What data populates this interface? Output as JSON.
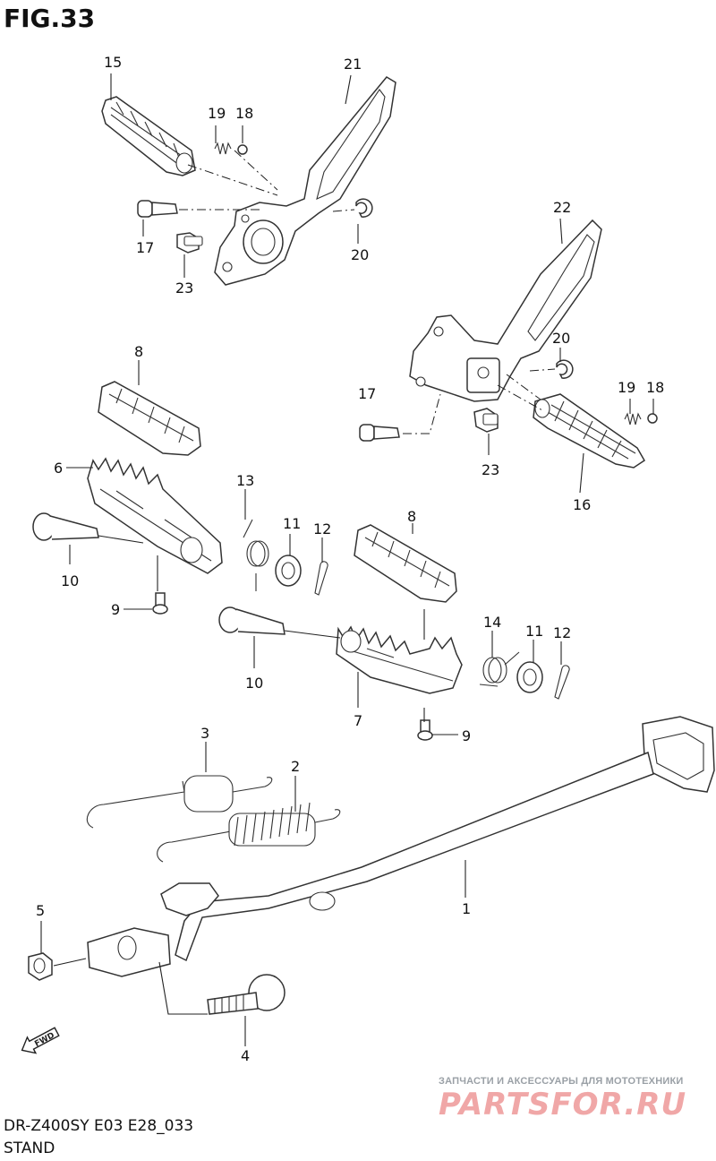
{
  "figure": {
    "title": "FIG.33"
  },
  "callouts": {
    "c1": "1",
    "c2": "2",
    "c3": "3",
    "c4": "4",
    "c5": "5",
    "c6": "6",
    "c7": "7",
    "c8a": "8",
    "c8b": "8",
    "c9a": "9",
    "c9b": "9",
    "c10a": "10",
    "c10b": "10",
    "c11a": "11",
    "c11b": "11",
    "c12a": "12",
    "c12b": "12",
    "c13": "13",
    "c14": "14",
    "c15": "15",
    "c16": "16",
    "c17a": "17",
    "c17b": "17",
    "c18a": "18",
    "c18b": "18",
    "c19a": "19",
    "c19b": "19",
    "c20a": "20",
    "c20b": "20",
    "c21": "21",
    "c22": "22",
    "c23a": "23",
    "c23b": "23"
  },
  "direction_marker": {
    "label": "FWD",
    "icon": "arrow-fwd-icon"
  },
  "footer": {
    "model_code": "DR-Z400SY E03 E28_033",
    "caption": "STAND"
  },
  "watermark": {
    "tagline": "ЗАПЧАСТИ И АКСЕССУАРЫ ДЛЯ МОТОТЕХНИКИ",
    "logo": "PARTSFOR.RU"
  },
  "colors": {
    "line": "#222222",
    "watermark_logo": "#f0a7a7",
    "watermark_text": "#9aa0a6"
  }
}
